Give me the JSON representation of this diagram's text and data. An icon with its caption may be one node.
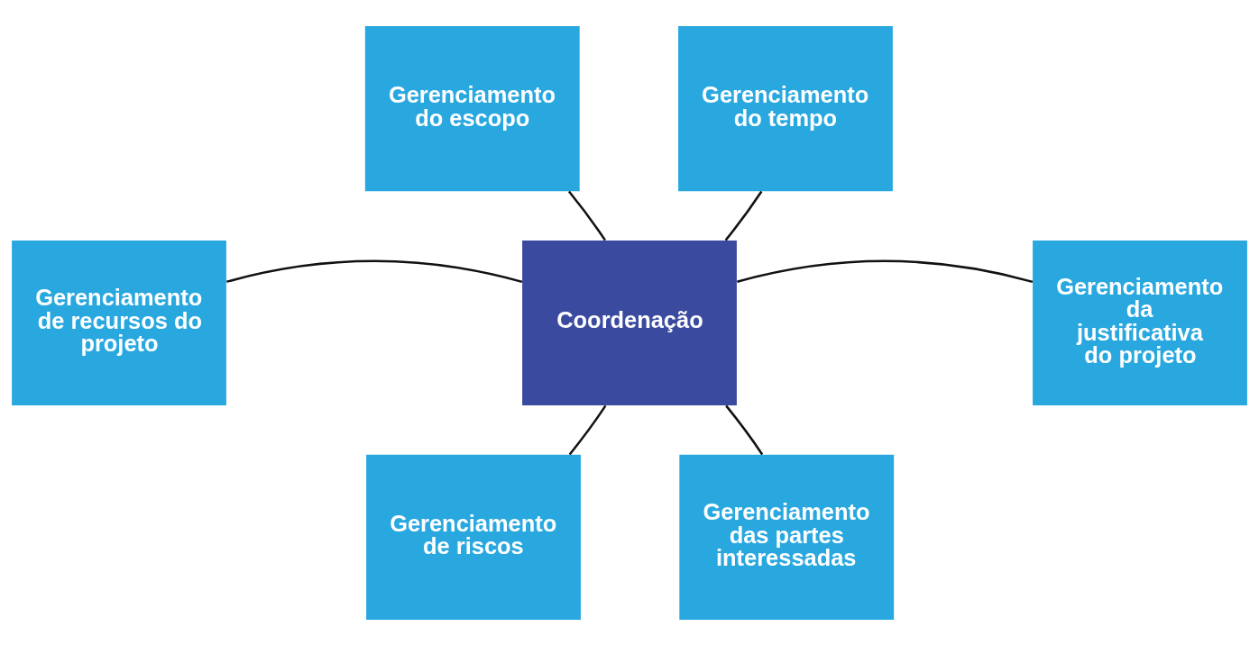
{
  "diagram": {
    "nodes": [
      {
        "text": [
          "Gerenciamento do escopo"
        ]
      },
      {
        "text": [
          "Gerenciamento do tempo"
        ]
      },
      {
        "text": [
          "Gerenciamento de recursos do projeto"
        ]
      },
      {
        "text": [
          "Coordenação"
        ]
      },
      {
        "text": [
          "Gerenciamento da justificativa do projeto"
        ]
      },
      {
        "text": [
          "Gerenciamento de riscos"
        ]
      },
      {
        "text": [
          "Gerenciamento das partes interessadas"
        ]
      }
    ],
    "edges": [
      {
        "from": 3,
        "to": 0,
        "arrow": "none"
      },
      {
        "from": 3,
        "to": 1,
        "arrow": "none"
      },
      {
        "from": 3,
        "to": 2,
        "arrow": "none"
      },
      {
        "from": 3,
        "to": 4,
        "arrow": "none"
      },
      {
        "from": 3,
        "to": 5,
        "arrow": "none"
      },
      {
        "from": 3,
        "to": 6,
        "arrow": "none"
      }
    ]
  }
}
